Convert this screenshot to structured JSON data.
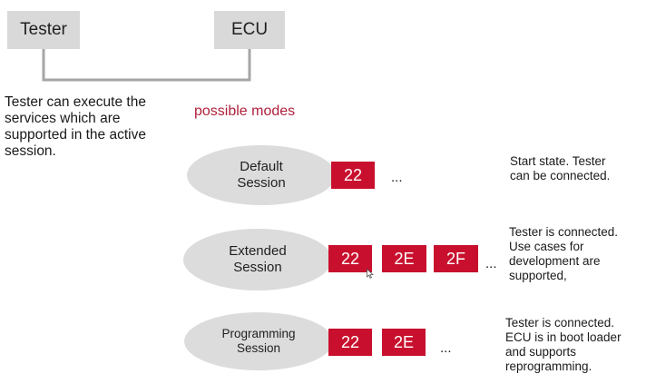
{
  "nodes": {
    "tester": "Tester",
    "ecu": "ECU"
  },
  "intro": "Tester can execute the services which are supported in the active session.",
  "modes_heading": "possible modes",
  "sessions": [
    {
      "name_line1": "Default",
      "name_line2": "Session",
      "services": [
        "22"
      ],
      "ellipsis": "...",
      "note_lines": [
        "Start state. Tester",
        "can be connected."
      ]
    },
    {
      "name_line1": "Extended",
      "name_line2": "Session",
      "services": [
        "22",
        "2E",
        "2F"
      ],
      "ellipsis": "...",
      "note_lines": [
        "Tester is connected.",
        "Use cases for",
        "development are",
        "supported,"
      ]
    },
    {
      "name_line1": "Programming",
      "name_line2": "Session",
      "services": [
        "22",
        "2E"
      ],
      "ellipsis": "...",
      "note_lines": [
        "Tester is connected.",
        "ECU is in boot loader",
        "and supports",
        "reprogramming."
      ]
    }
  ],
  "colors": {
    "accent_red": "#c8102e",
    "heading_red": "#b0203c",
    "node_gray": "#d9d9d9",
    "session_gray": "#dcdcdc",
    "connector_gray": "#a6a6a6"
  }
}
